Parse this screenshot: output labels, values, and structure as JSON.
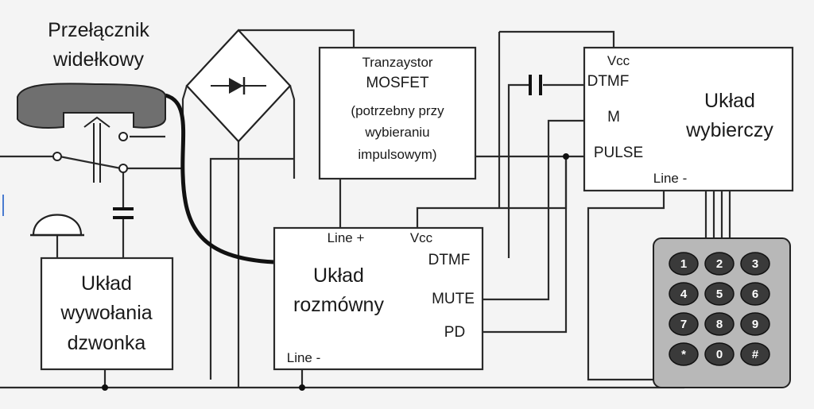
{
  "hook_switch": {
    "line1": "Przełącznik",
    "line2": "widełkowy"
  },
  "mosfet": {
    "line1": "Tranzaystor",
    "line2": "MOSFET",
    "line3": "(potrzebny  przy",
    "line4": "wybieraniu",
    "line5": "impulsowym)"
  },
  "dialer": {
    "title1": "Układ",
    "title2": "wybierczy",
    "vcc": "Vcc",
    "dtmf": "DTMF",
    "m": "M",
    "pulse": "PULSE",
    "line_minus": "Line -"
  },
  "ringer": {
    "line1": "Układ",
    "line2": "wywołania",
    "line3": "dzwonka"
  },
  "speech": {
    "title1": "Układ",
    "title2": "rozmówny",
    "line_plus": "Line +",
    "vcc": "Vcc",
    "dtmf": "DTMF",
    "mute": "MUTE",
    "pd": "PD",
    "line_minus": "Line -"
  },
  "keypad": {
    "keys": [
      "1",
      "2",
      "3",
      "4",
      "5",
      "6",
      "7",
      "8",
      "9",
      "*",
      "0",
      "#"
    ]
  },
  "colors": {
    "wire": "#2a2a2a",
    "box_fill": "#ffffff",
    "keypad_body": "#b8b8b8",
    "key": "#3a3a3a"
  }
}
